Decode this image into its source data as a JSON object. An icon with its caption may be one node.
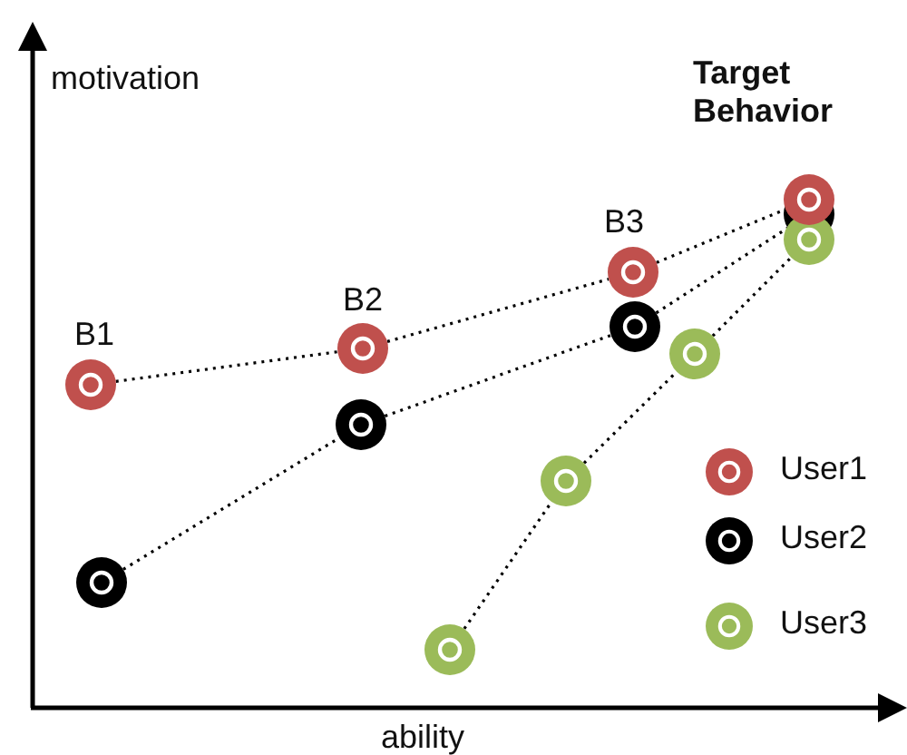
{
  "diagram": {
    "nodes": [
      {
        "text": [],
        "shape": "circle",
        "beside": [
          "B1"
        ]
      },
      {
        "text": [],
        "shape": "circle",
        "beside": [
          "B2"
        ]
      },
      {
        "text": [],
        "shape": "circle",
        "beside": [
          "B3"
        ]
      },
      {
        "text": [],
        "shape": "circle",
        "beside": [
          "Target Behavior"
        ]
      },
      {
        "text": [],
        "shape": "circle"
      },
      {
        "text": [],
        "shape": "circle"
      },
      {
        "text": [],
        "shape": "circle"
      },
      {
        "text": [],
        "shape": "circle"
      },
      {
        "text": [],
        "shape": "circle"
      },
      {
        "text": [],
        "shape": "circle"
      },
      {
        "text": [],
        "shape": "circle"
      },
      {
        "text": [],
        "shape": "circle"
      }
    ],
    "edges": [
      {
        "from": 0,
        "to": 1,
        "arrow": "none"
      },
      {
        "from": 1,
        "to": 2,
        "arrow": "none"
      },
      {
        "from": 2,
        "to": 3,
        "arrow": "none"
      },
      {
        "from": 4,
        "to": 5,
        "arrow": "none"
      },
      {
        "from": 5,
        "to": 6,
        "arrow": "none"
      },
      {
        "from": 6,
        "to": 7,
        "arrow": "none"
      },
      {
        "from": 8,
        "to": 9,
        "arrow": "none"
      },
      {
        "from": 9,
        "to": 10,
        "arrow": "none"
      },
      {
        "from": 10,
        "to": 11,
        "arrow": "none"
      }
    ],
    "labels": [
      "motivation",
      "ability"
    ],
    "legend": [
      {
        "text": "User1",
        "color": "#c0504d"
      },
      {
        "text": "User2",
        "color": "#000000"
      },
      {
        "text": "User3",
        "color": "#9bbb59"
      }
    ]
  }
}
